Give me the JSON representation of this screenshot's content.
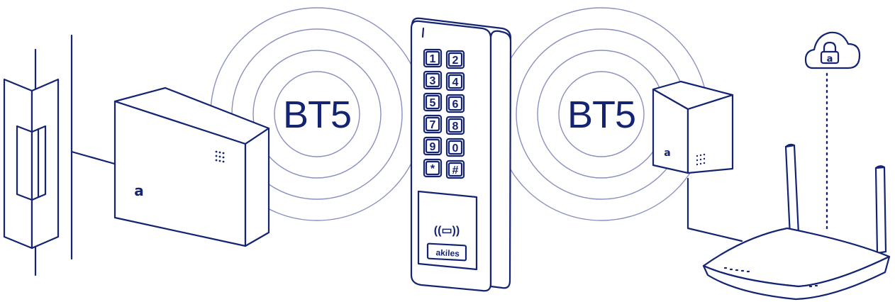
{
  "diagram": {
    "left_link_label": "BT5",
    "right_link_label": "BT5",
    "keypad": {
      "keys": [
        "1",
        "2",
        "3",
        "4",
        "5",
        "6",
        "7",
        "8",
        "9",
        "0",
        "*",
        "#"
      ],
      "rfid_symbol": "((▭))",
      "brand": "akiles"
    },
    "logo_letter": "a",
    "colors": {
      "line": "#142472",
      "rings": "#8a90c0",
      "background": "#ffffff"
    },
    "icons": [
      "door-strike-icon",
      "controller-box-icon",
      "keypad-icon",
      "gateway-box-icon",
      "router-icon",
      "cloud-lock-icon"
    ]
  }
}
